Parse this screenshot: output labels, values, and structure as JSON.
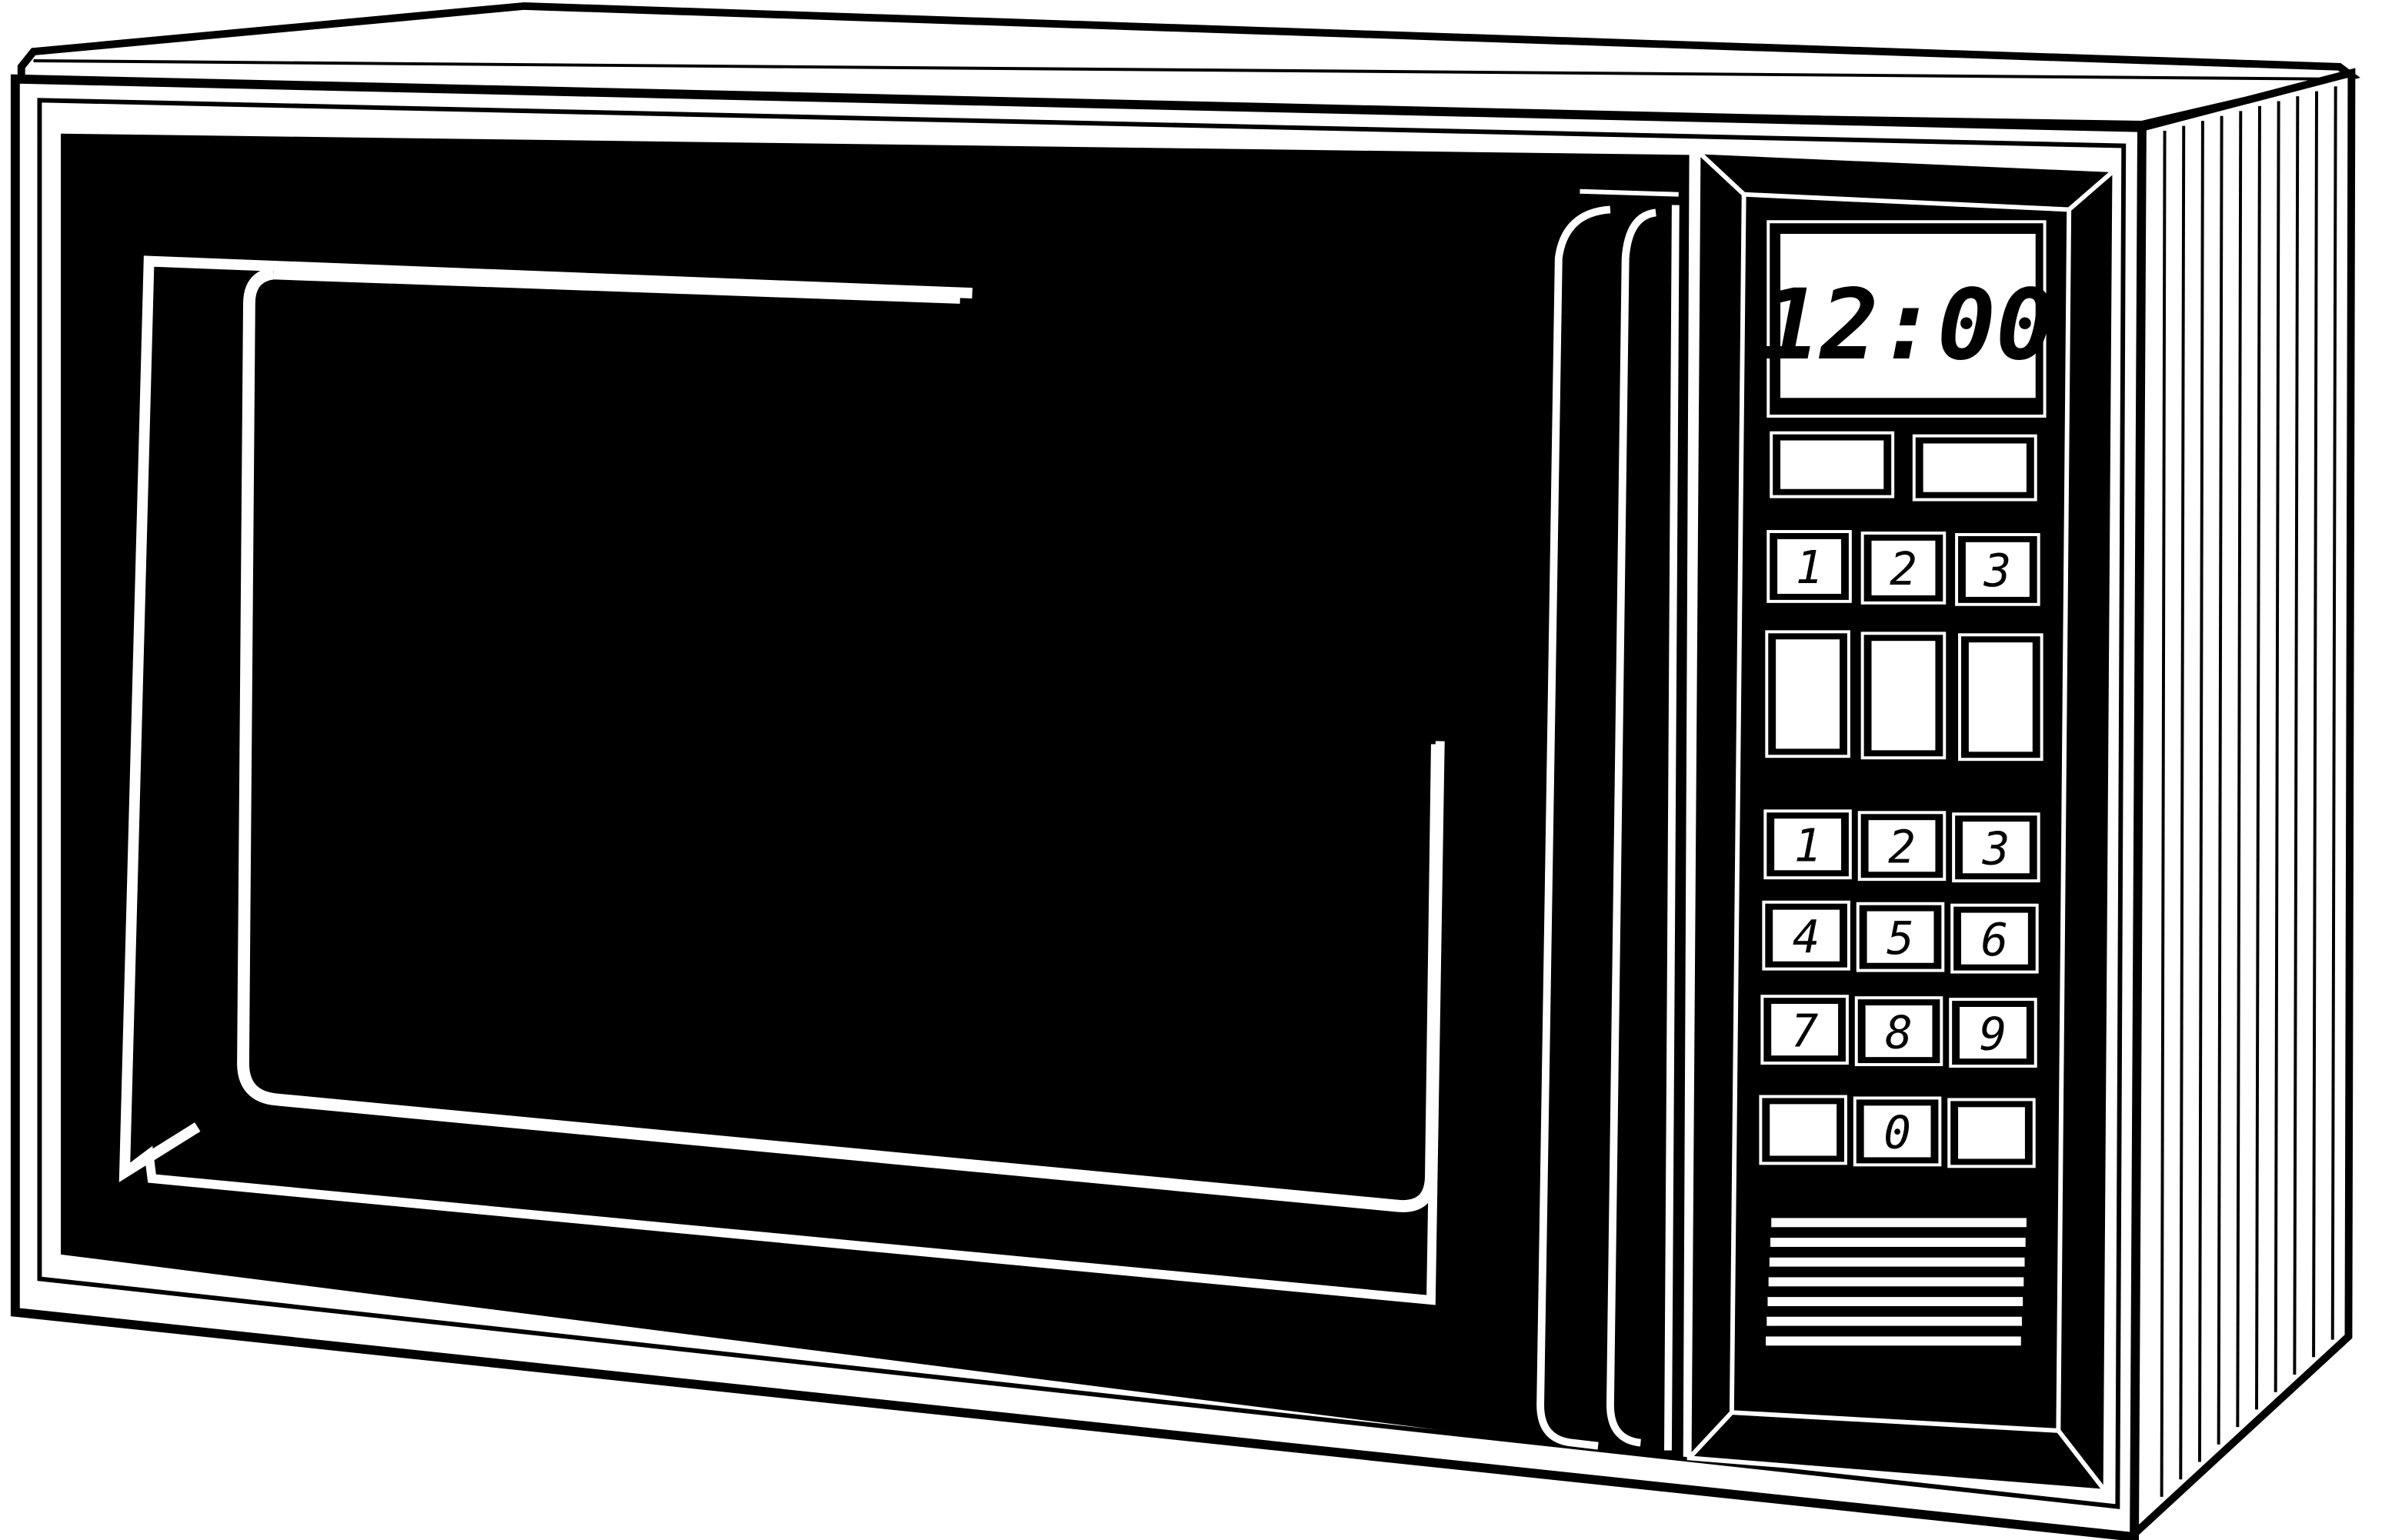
{
  "appliance": {
    "display": {
      "time": "12:00"
    },
    "colors": {
      "body": "#ffffff",
      "panel": "#000000",
      "outline": "#000000"
    },
    "buttons": {
      "top_row": [
        "",
        ""
      ],
      "power_row": [
        "1",
        "2",
        "3"
      ],
      "mode_row": [
        "",
        "",
        ""
      ],
      "keypad": [
        "1",
        "2",
        "3",
        "4",
        "5",
        "6",
        "7",
        "8",
        "9",
        "",
        "0",
        ""
      ]
    }
  }
}
